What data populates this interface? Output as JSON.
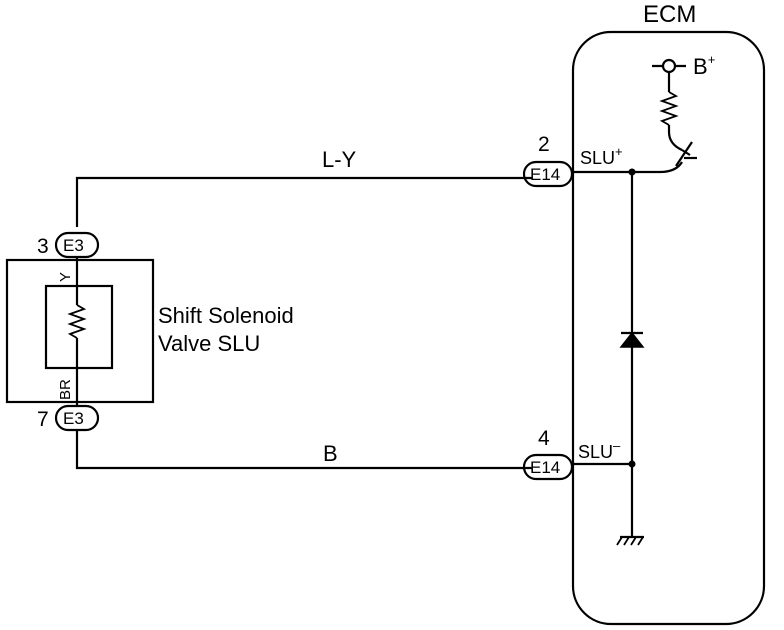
{
  "ecm": {
    "title": "ECM",
    "supply_label": "B",
    "supply_sup": "+"
  },
  "wires": {
    "top_color": "L-Y",
    "bottom_color": "B",
    "solenoid_top": "Y",
    "solenoid_bottom": "BR"
  },
  "connectors": {
    "e3_top": {
      "pin": "3",
      "name": "E3"
    },
    "e3_bottom": {
      "pin": "7",
      "name": "E3"
    },
    "e14_top": {
      "pin": "2",
      "name": "E14"
    },
    "e14_bottom": {
      "pin": "4",
      "name": "E14"
    }
  },
  "signals": {
    "slu_plus": "SLU",
    "slu_plus_sup": "+",
    "slu_minus": "SLU",
    "slu_minus_sup": "–"
  },
  "solenoid": {
    "line1": "Shift Solenoid",
    "line2": "Valve SLU"
  }
}
